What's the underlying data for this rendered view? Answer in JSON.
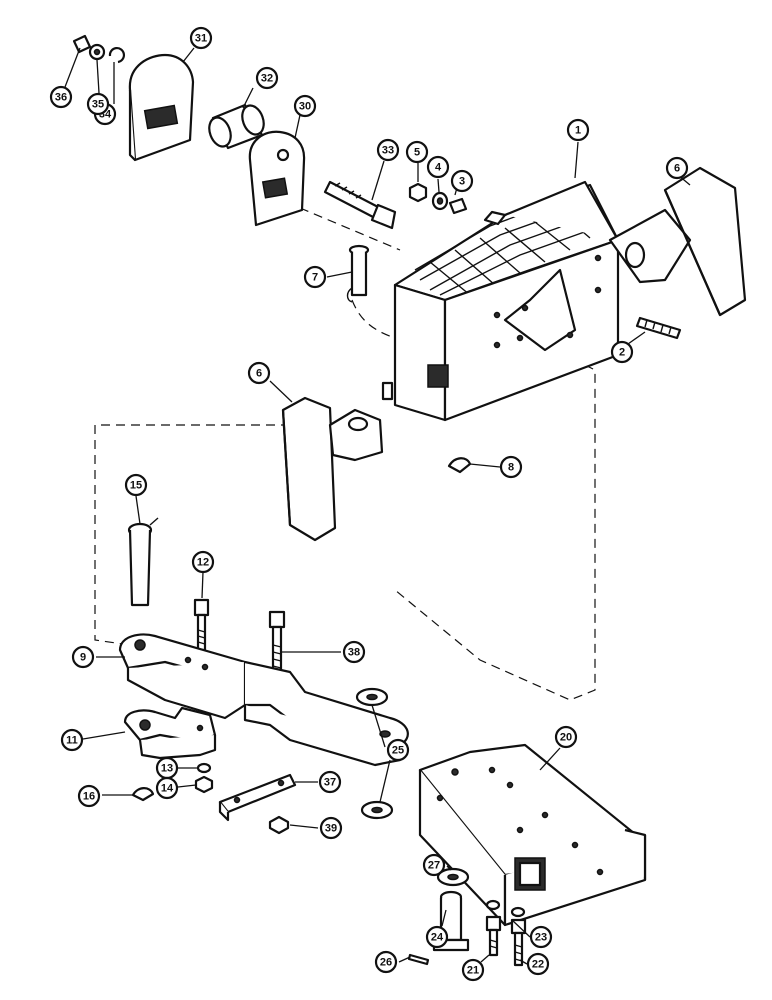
{
  "callouts": [
    {
      "n": "1"
    },
    {
      "n": "2"
    },
    {
      "n": "3"
    },
    {
      "n": "4"
    },
    {
      "n": "5"
    },
    {
      "n": "6"
    },
    {
      "n": "6"
    },
    {
      "n": "7"
    },
    {
      "n": "8"
    },
    {
      "n": "9"
    },
    {
      "n": "11"
    },
    {
      "n": "12"
    },
    {
      "n": "13"
    },
    {
      "n": "14"
    },
    {
      "n": "15"
    },
    {
      "n": "16"
    },
    {
      "n": "20"
    },
    {
      "n": "21"
    },
    {
      "n": "22"
    },
    {
      "n": "23"
    },
    {
      "n": "24"
    },
    {
      "n": "25"
    },
    {
      "n": "26"
    },
    {
      "n": "27"
    },
    {
      "n": "30"
    },
    {
      "n": "31"
    },
    {
      "n": "32"
    },
    {
      "n": "33"
    },
    {
      "n": "34"
    },
    {
      "n": "35"
    },
    {
      "n": "36"
    },
    {
      "n": "37"
    },
    {
      "n": "38"
    },
    {
      "n": "39"
    }
  ]
}
